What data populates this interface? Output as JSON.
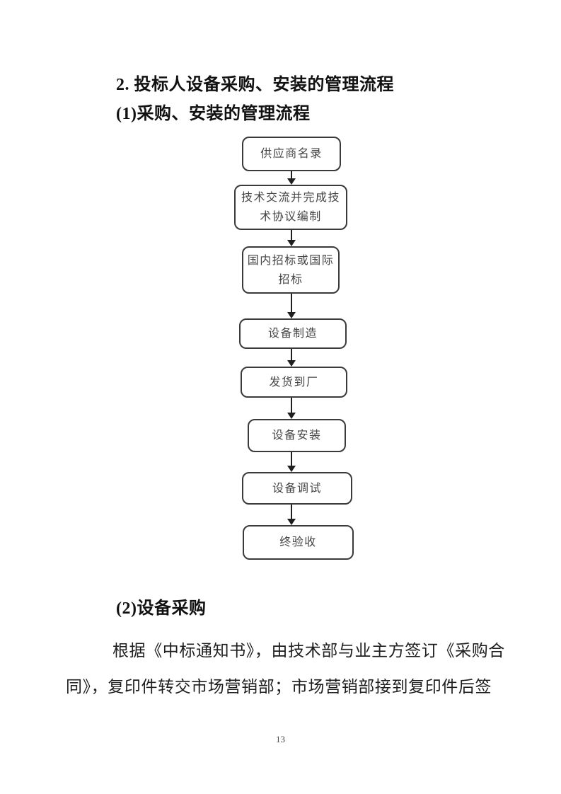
{
  "document": {
    "heading1": "2. 投标人设备采购、安装的管理流程",
    "heading2": "(1)采购、安装的管理流程",
    "heading3": "(2)设备采购",
    "paragraph": {
      "line1": "根据《中标通知书》，由技术部与业主方签订《采购合",
      "line2": "同》，复印件转交市场营销部；市场营销部接到复印件后签"
    },
    "page_number": "13"
  },
  "flowchart": {
    "type": "vertical-flow",
    "colors": {
      "node_border": "#3a3a3a",
      "node_fill": "#ffffff",
      "node_text": "#454545",
      "arrow": "#1f1f1f"
    },
    "nodes": [
      {
        "lines": [
          "供应商名录"
        ]
      },
      {
        "lines": [
          "技术交流并完成技",
          "术协议编制"
        ]
      },
      {
        "lines": [
          "国内招标或国际",
          "招标"
        ]
      },
      {
        "lines": [
          "设备制造"
        ]
      },
      {
        "lines": [
          "发货到厂"
        ]
      },
      {
        "lines": [
          "设备安装"
        ]
      },
      {
        "lines": [
          "设备调试"
        ]
      },
      {
        "lines": [
          "终验收"
        ]
      }
    ]
  }
}
